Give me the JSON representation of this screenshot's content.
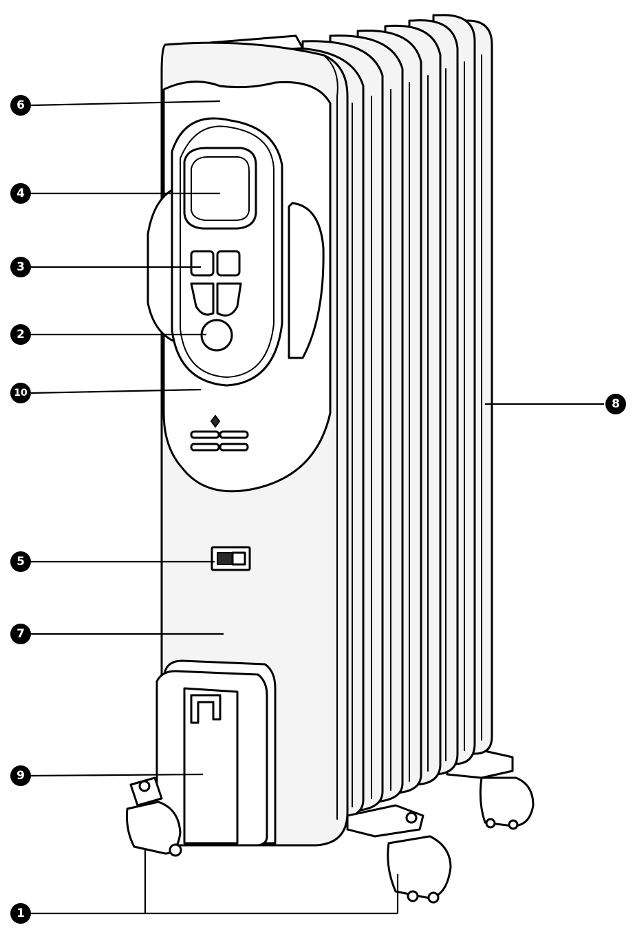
{
  "callouts": [
    {
      "id": "c6",
      "label": "6"
    },
    {
      "id": "c4",
      "label": "4"
    },
    {
      "id": "c3",
      "label": "3"
    },
    {
      "id": "c2",
      "label": "2"
    },
    {
      "id": "c10",
      "label": "10"
    },
    {
      "id": "c8",
      "label": "8"
    },
    {
      "id": "c5",
      "label": "5"
    },
    {
      "id": "c7",
      "label": "7"
    },
    {
      "id": "c9",
      "label": "9"
    },
    {
      "id": "c1",
      "label": "1"
    }
  ]
}
